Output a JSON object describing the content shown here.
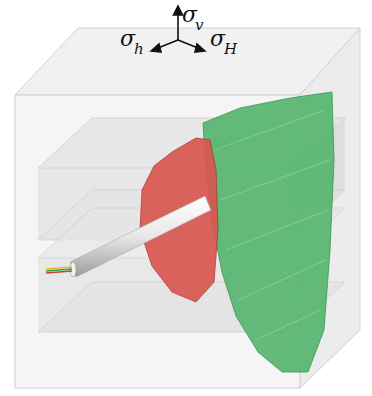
{
  "diagram": {
    "labels": [
      "σ",
      "v",
      "σ",
      "h",
      "σ",
      "H"
    ]
  }
}
